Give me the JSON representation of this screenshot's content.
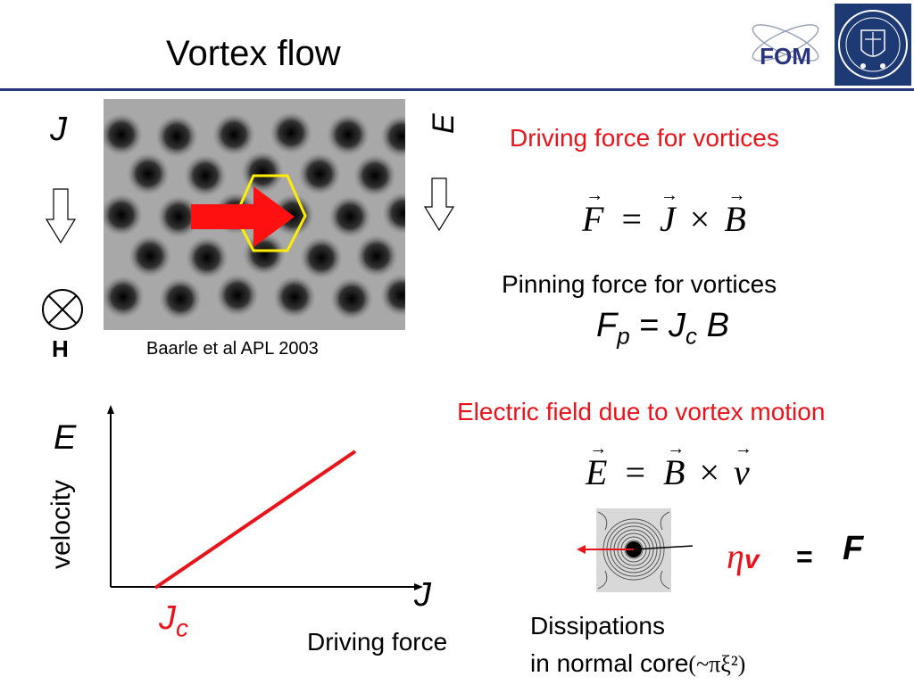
{
  "title": "Vortex flow",
  "logos": {
    "fom_text": "FOM"
  },
  "image_left": {
    "label_j": "J",
    "label_e": "E",
    "label_h": "H",
    "caption": "Baarle et al APL 2003"
  },
  "driving_force": {
    "heading": "Driving force  for vortices",
    "equation": {
      "lhs": "F",
      "eq": "=",
      "a": "J",
      "op": "×",
      "b": "B"
    }
  },
  "pinning_force": {
    "heading": "Pinning force for vortices",
    "F": "F",
    "p": "p",
    "eq": "=",
    "J": "J",
    "c": "c",
    "B": "B"
  },
  "electric_field": {
    "heading": "Electric field due to vortex motion",
    "equation": {
      "lhs": "E",
      "eq": "=",
      "a": "B",
      "op": "×",
      "b": "v"
    }
  },
  "dissipation": {
    "eta": "η",
    "v": "v",
    "eq": "=",
    "F": "F",
    "line1": "Dissipations",
    "line2": "in normal core",
    "formula": "(~πξ²)"
  },
  "graph": {
    "y_symbol": "E",
    "y_label": "velocity",
    "x_symbol": "J",
    "x_label": "Driving force",
    "jc_main": "J",
    "jc_sub": "c"
  },
  "colors": {
    "accent_red": "#e8141c",
    "rule_blue": "#2a3580",
    "hex_yellow": "#ffee00"
  }
}
